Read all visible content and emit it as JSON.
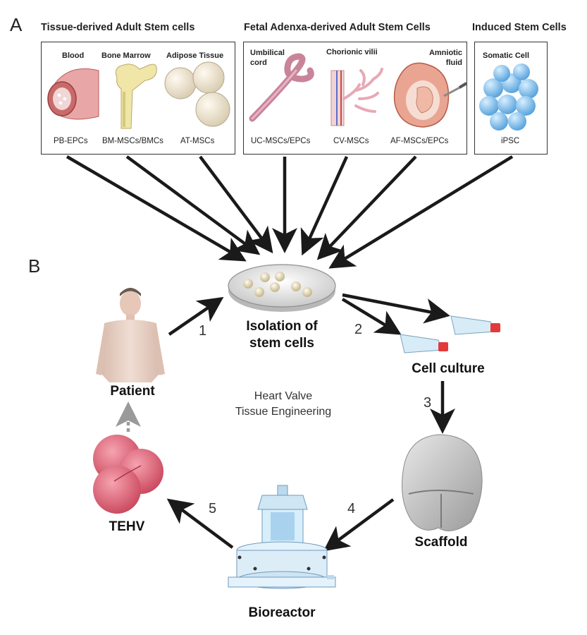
{
  "panels": {
    "a": "A",
    "b": "B"
  },
  "groups": [
    {
      "title": "Tissue-derived Adult Stem cells",
      "sources": [
        {
          "label": "Blood",
          "abbr": "PB-EPCs"
        },
        {
          "label": "Bone Marrow",
          "abbr": "BM-MSCs/BMCs"
        },
        {
          "label": "Adipose Tissue",
          "abbr": "AT-MSCs"
        }
      ]
    },
    {
      "title": "Fetal Adenxa-derived Adult Stem Cells",
      "sources": [
        {
          "label": "Umbilical cord",
          "abbr": "UC-MSCs/EPCs"
        },
        {
          "label": "Chorionic vilii",
          "abbr": "CV-MSCs"
        },
        {
          "label": "Amniotic fluid",
          "abbr": "AF-MSCs/EPCs"
        }
      ]
    },
    {
      "title": "Induced Stem Cells",
      "sources": [
        {
          "label": "Somatic Cell",
          "abbr": "iPSC"
        }
      ]
    }
  ],
  "cycle": {
    "center_line1": "Heart Valve",
    "center_line2": "Tissue Engineering",
    "isolation_line1": "Isolation of",
    "isolation_line2": "stem cells",
    "culture": "Cell culture",
    "scaffold": "Scaffold",
    "bioreactor": "Bioreactor",
    "tehv": "TEHV",
    "patient": "Patient",
    "steps": [
      "1",
      "2",
      "3",
      "4",
      "5"
    ]
  },
  "colors": {
    "arrow": "#1a1a1a",
    "dashed_arrow": "#9a9a9a",
    "vessel": "#d98a8a",
    "bone": "#efe6a8",
    "fat": "#efe6d4",
    "cord": "#c9849a",
    "ipsc": "#8fc3ea",
    "tehv": "#e06a7c",
    "skin": "#e8cfc2",
    "scaffold": "#c9c9c9",
    "flask_cap": "#e23a3a",
    "bioreactor": "#cfe6f5"
  }
}
